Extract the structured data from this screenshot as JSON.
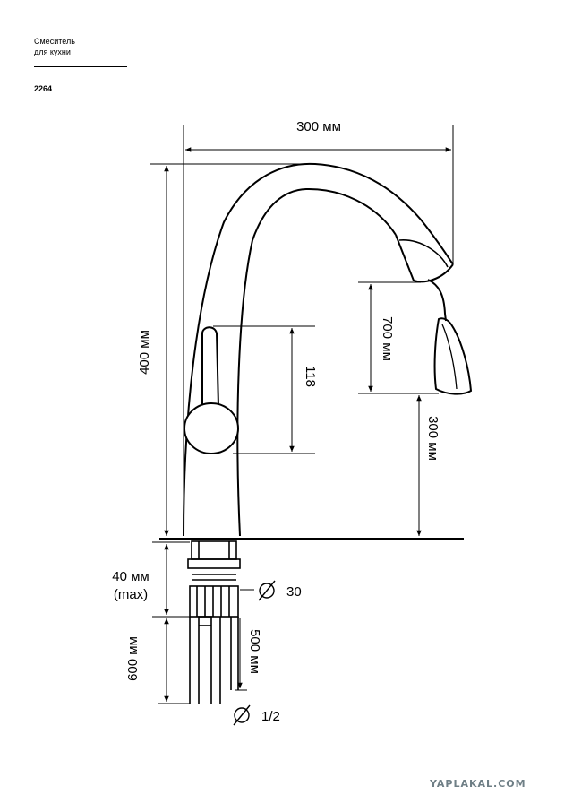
{
  "header": {
    "title_line1": "Смеситель",
    "title_line2": "для кухни",
    "model": "2264"
  },
  "dimensions": {
    "width_top": "300 мм",
    "height_total": "400 мм",
    "handle_span": "118",
    "pullout_hose": "700 мм",
    "spout_clearance": "300 мм",
    "counter_thickness_value": "40 мм",
    "counter_thickness_note": "(max)",
    "hole_diameter": "30",
    "supply_hose_long": "600 мм",
    "supply_hose_short": "500 мм",
    "thread_size": "1/2"
  },
  "watermark": "YAPLAKAL.COM"
}
